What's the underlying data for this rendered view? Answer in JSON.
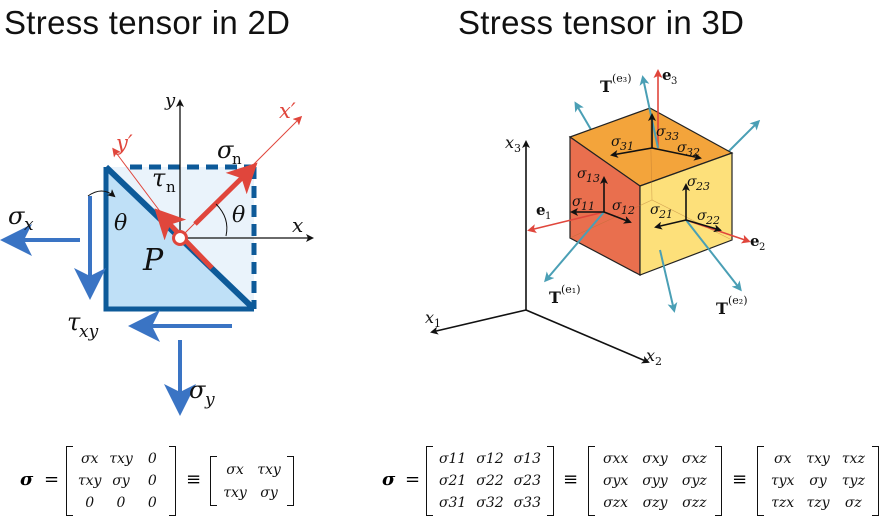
{
  "titles": {
    "left": "Stress tensor in 2D",
    "right": "Stress tensor in 3D"
  },
  "colors": {
    "blue": "#3a74c4",
    "navy": "#0d5a99",
    "red": "#e0463c",
    "teal": "#4a9fb5",
    "orange_top": "#f3a43b",
    "orange_front": "#e96f4e",
    "yellow_side": "#fde07a"
  },
  "diagram2d": {
    "labels": {
      "y": "y",
      "x": "x",
      "y_prime": "y′",
      "x_prime": "x′",
      "sigma_n": "σ",
      "sigma_n_sub": "n",
      "tau_n": "τ",
      "tau_n_sub": "n",
      "theta": "θ",
      "point": "P",
      "sigma_x": "σ",
      "sigma_x_sub": "x",
      "sigma_y": "σ",
      "sigma_y_sub": "y",
      "tau_xy": "τ",
      "tau_xy_sub": "xy"
    }
  },
  "diagram3d": {
    "axes": {
      "x1": "x",
      "x1_sub": "1",
      "x2": "x",
      "x2_sub": "2",
      "x3": "x",
      "x3_sub": "3"
    },
    "basis": {
      "e1": "e",
      "e1_sub": "1",
      "e2": "e",
      "e2_sub": "2",
      "e3": "e",
      "e3_sub": "3"
    },
    "tractions": {
      "T": "T",
      "T1_sup": "(e₁)",
      "T2_sup": "(e₂)",
      "T3_sup": "(e₃)"
    },
    "components": {
      "s11": "σ",
      "s11_sub": "11",
      "s12": "σ",
      "s12_sub": "12",
      "s13": "σ",
      "s13_sub": "13",
      "s21": "σ",
      "s21_sub": "21",
      "s22": "σ",
      "s22_sub": "22",
      "s23": "σ",
      "s23_sub": "23",
      "s31": "σ",
      "s31_sub": "31",
      "s32": "σ",
      "s32_sub": "32",
      "s33": "σ",
      "s33_sub": "33"
    }
  },
  "equations": {
    "lhs": "σ",
    "eq": "=",
    "equiv": "≡",
    "m2d_full": [
      [
        "σx",
        "τxy",
        "0"
      ],
      [
        "τxy",
        "σy",
        "0"
      ],
      [
        "0",
        "0",
        "0"
      ]
    ],
    "m2d_short": [
      [
        "σx",
        "τxy"
      ],
      [
        "τxy",
        "σy"
      ]
    ],
    "m3d_num": [
      [
        "σ11",
        "σ12",
        "σ13"
      ],
      [
        "σ21",
        "σ22",
        "σ23"
      ],
      [
        "σ31",
        "σ32",
        "σ33"
      ]
    ],
    "m3d_xyz": [
      [
        "σxx",
        "σxy",
        "σxz"
      ],
      [
        "σyx",
        "σyy",
        "σyz"
      ],
      [
        "σzx",
        "σzy",
        "σzz"
      ]
    ],
    "m3d_short": [
      [
        "σx",
        "τxy",
        "τxz"
      ],
      [
        "τyx",
        "σy",
        "τyz"
      ],
      [
        "τzx",
        "τzy",
        "σz"
      ]
    ]
  }
}
